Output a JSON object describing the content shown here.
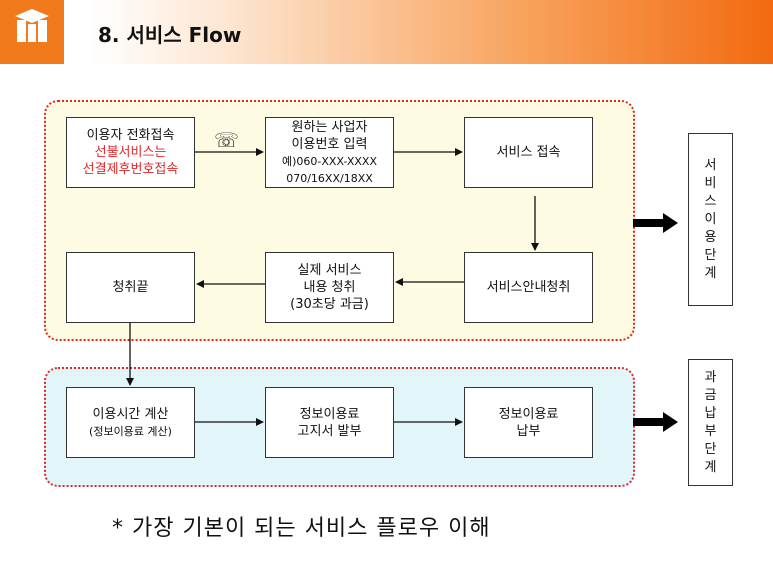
{
  "header": {
    "title": "8. 서비스 Flow"
  },
  "boxes": {
    "b1": {
      "line1": "이용자 전화접속",
      "line2": "선불서비스는",
      "line3": "선결제후번호접속"
    },
    "b2": {
      "line1": "원하는 사업자",
      "line2": "이용번호 입력",
      "line3": "예)060-XXX-XXXX",
      "line4": "070/16XX/18XX"
    },
    "b3": {
      "line1": "서비스 접속"
    },
    "b4": {
      "line1": "서비스안내청취"
    },
    "b5": {
      "line1": "실제 서비스",
      "line2": "내용 청취",
      "line3": "(30초당 과금)"
    },
    "b6": {
      "line1": "청취끝"
    },
    "b7": {
      "line1": "이용시간 계산",
      "line2": "(정보이용료 계산)"
    },
    "b8": {
      "line1": "정보이용료",
      "line2": "고지서 발부"
    },
    "b9": {
      "line1": "정보이용료",
      "line2": "납부"
    }
  },
  "side_labels": {
    "usage": [
      "서",
      "비",
      "스",
      "이",
      "용",
      "단",
      "계"
    ],
    "billing": [
      "과",
      "금",
      "납",
      "부",
      "단",
      "계"
    ]
  },
  "footer": {
    "note": "* 가장 기본이 되는 서비스 플로우 이해"
  },
  "colors": {
    "accent_orange": "#f26a10",
    "dotted_border": "#e0282a",
    "usage_zone_bg": "#fdfbe2",
    "billing_zone_bg": "#e2f6fa",
    "highlight_text": "#e0282a"
  },
  "icons": {
    "phone": "telephone-icon",
    "logo": "company-logo-icon"
  }
}
